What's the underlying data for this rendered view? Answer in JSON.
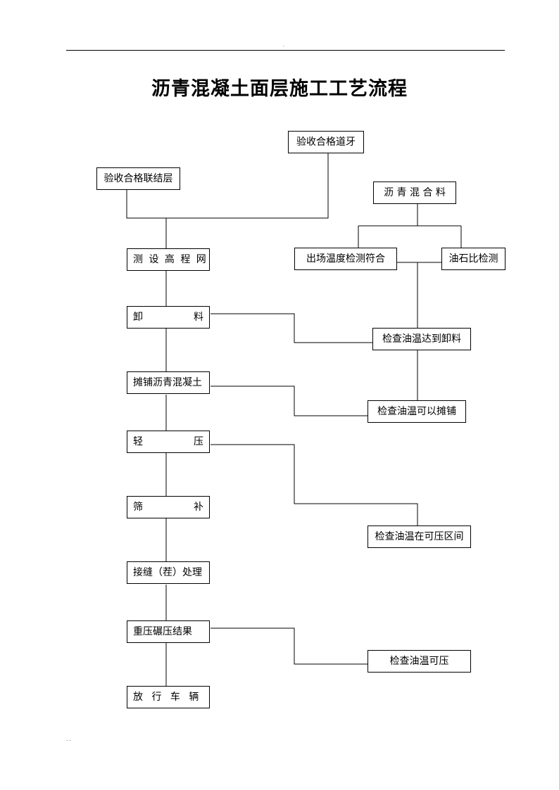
{
  "page": {
    "header_mark": ".",
    "footer_mark": ". .",
    "title": "沥青混凝土面层施工工艺流程"
  },
  "main_flow": [
    {
      "id": "survey",
      "label": "测 设 高 程 网"
    },
    {
      "id": "unload",
      "label": "卸　料"
    },
    {
      "id": "paving",
      "label": "摊铺沥青混凝土"
    },
    {
      "id": "light_compaction",
      "label": "轻　压"
    },
    {
      "id": "patching",
      "label": "筛　补"
    },
    {
      "id": "joint",
      "label": "接缝（茬）处理"
    },
    {
      "id": "recompaction",
      "label": "重压碾压结果"
    },
    {
      "id": "release",
      "label": "放 行 车 辆"
    }
  ],
  "inputs": [
    {
      "id": "accept_curb",
      "label": "验收合格道牙"
    },
    {
      "id": "accept_tack",
      "label": "验收合格联结层"
    }
  ],
  "materials": [
    {
      "id": "asphalt_mix",
      "label": "沥 青 混 合 料"
    },
    {
      "id": "temp_check",
      "label": "出场温度检测符合"
    },
    {
      "id": "ratio_check",
      "label": "油石比检测"
    }
  ],
  "temperature_checks": [
    {
      "id": "temp_unload",
      "label": "检查油温达到卸料"
    },
    {
      "id": "temp_pave",
      "label": "检查油温可以摊铺"
    },
    {
      "id": "temp_range",
      "label": "检查油温在可压区间"
    },
    {
      "id": "temp_compact",
      "label": "检查油温可压"
    }
  ]
}
